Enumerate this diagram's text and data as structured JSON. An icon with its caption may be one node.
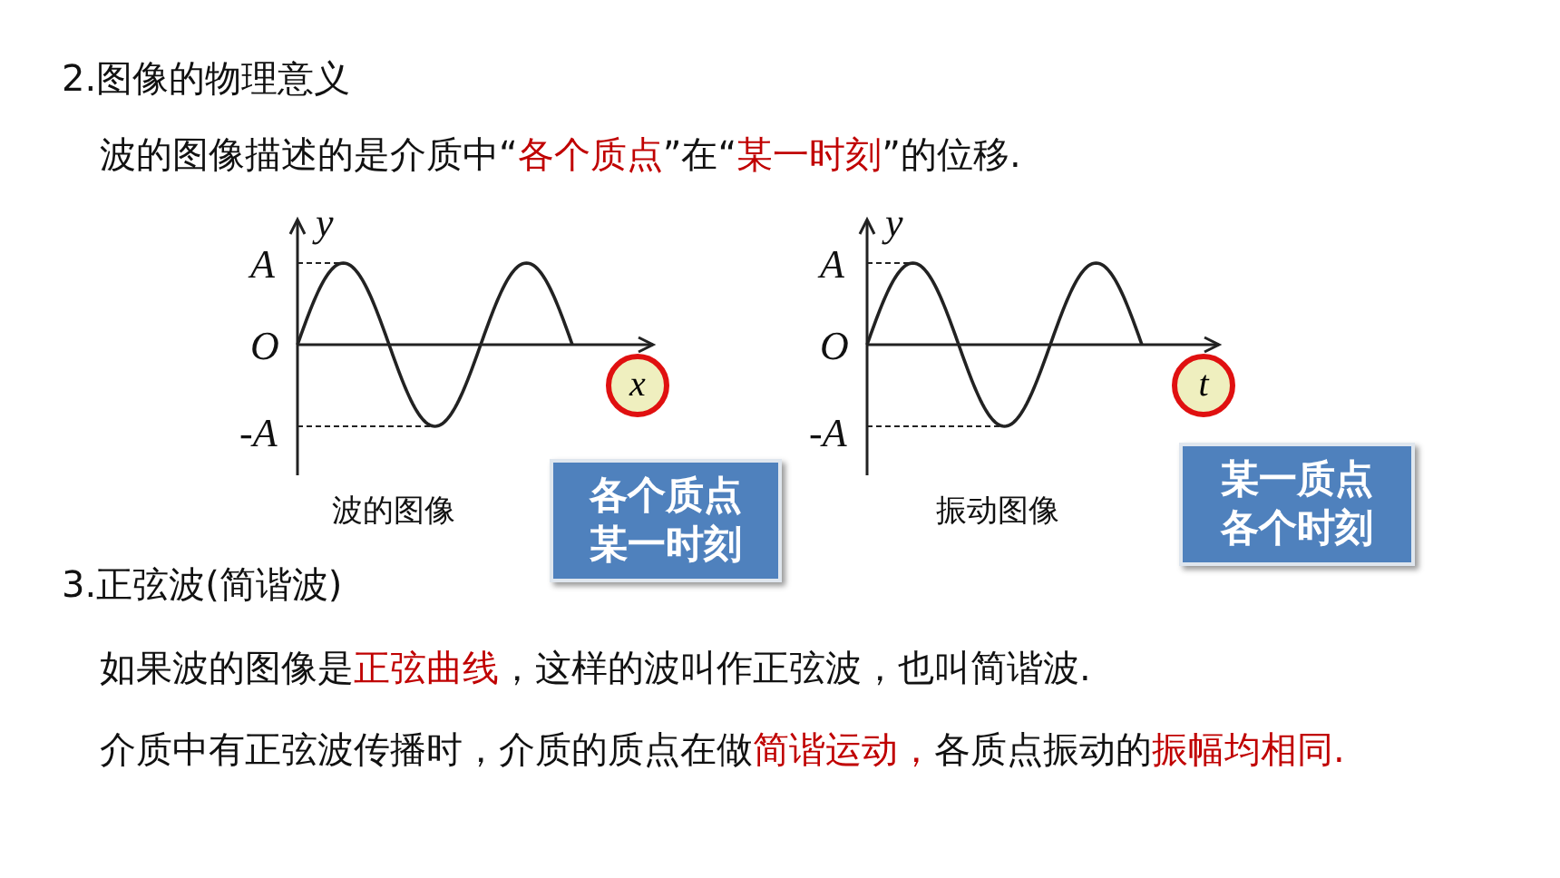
{
  "diagram": {
    "nodes": [
      {
        "text": [
          "x"
        ]
      },
      {
        "text": [
          "各个质点某一时刻"
        ]
      },
      {
        "text": [
          "t"
        ]
      },
      {
        "text": [
          "某一质点各个时刻"
        ]
      }
    ],
    "labels": [
      "2.图像的物理意义",
      "波的图像描述的是介质中“**各个质点**”在“**某一时刻**”的位移.",
      "y",
      "A",
      "O",
      "-A",
      "波的图像",
      "y",
      "A",
      "O",
      "-A",
      "振动图像",
      "3.正弦波(简谐波)",
      "如果波的图像是**正弦曲线**，这样的波叫作正弦波，也叫简谐波.",
      "介质中有正弦波传播时，介质的质点在做**简谐运动，**各质点振动的**振幅均相同.**"
    ]
  }
}
